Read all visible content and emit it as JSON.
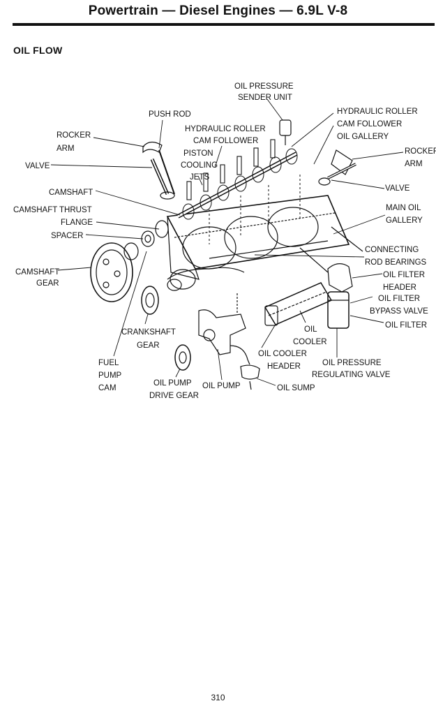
{
  "header": {
    "title": "Powertrain — Diesel Engines — 6.9L V-8"
  },
  "section": {
    "title": "OIL FLOW"
  },
  "labels": {
    "oil_pressure_sender": [
      "OIL PRESSURE",
      "SENDER UNIT"
    ],
    "push_rod": [
      "PUSH ROD"
    ],
    "hydraulic_roller_left": [
      "HYDRAULIC ROLLER",
      "CAM FOLLOWER"
    ],
    "hydraulic_roller_right": [
      "HYDRAULIC ROLLER",
      "CAM FOLLOWER",
      "OIL GALLERY"
    ],
    "rocker_arm_left": [
      "ROCKER",
      "ARM"
    ],
    "rocker_arm_right": [
      "ROCKER",
      "ARM"
    ],
    "piston_cooling_jets": [
      "PISTON",
      "COOLING",
      "JETS"
    ],
    "valve_left": [
      "VALVE"
    ],
    "valve_right": [
      "VALVE"
    ],
    "camshaft": [
      "CAMSHAFT"
    ],
    "camshaft_thrust_flange": [
      "CAMSHAFT THRUST",
      "FLANGE"
    ],
    "spacer": [
      "SPACER"
    ],
    "main_oil_gallery": [
      "MAIN OIL",
      "GALLERY"
    ],
    "connecting_rod_bearings": [
      "CONNECTING",
      "ROD BEARINGS"
    ],
    "camshaft_gear": [
      "CAMSHAFT",
      "GEAR"
    ],
    "oil_filter_header": [
      "OIL FILTER",
      "HEADER"
    ],
    "oil_filter_bypass_valve": [
      "OIL FILTER",
      "BYPASS VALVE"
    ],
    "oil_filter": [
      "OIL FILTER"
    ],
    "crankshaft_gear": [
      "CRANKSHAFT",
      "GEAR"
    ],
    "oil_cooler": [
      "OIL",
      "COOLER"
    ],
    "fuel_pump_cam": [
      "FUEL",
      "PUMP",
      "CAM"
    ],
    "oil_cooler_header": [
      "OIL COOLER",
      "HEADER"
    ],
    "oil_pressure_regulating_valve": [
      "OIL PRESSURE",
      "REGULATING VALVE"
    ],
    "oil_pump_drive_gear": [
      "OIL PUMP",
      "DRIVE GEAR"
    ],
    "oil_pump": [
      "OIL PUMP"
    ],
    "oil_sump": [
      "OIL SUMP"
    ]
  },
  "footer": {
    "page_number": "310"
  }
}
